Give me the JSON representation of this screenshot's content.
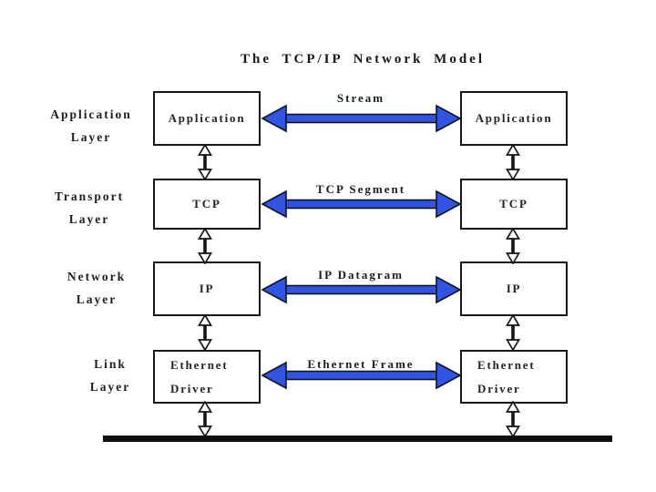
{
  "title": "The TCP/IP Network Model",
  "colors": {
    "arrow_blue": "#3254e3",
    "diagram_black": "#111111",
    "background": "#ffffff"
  },
  "layers": [
    {
      "layer_label": [
        "Application",
        "Layer"
      ],
      "left_box": [
        "Application"
      ],
      "right_box": [
        "Application"
      ],
      "arrow_label": "Stream"
    },
    {
      "layer_label": [
        "Transport",
        "Layer"
      ],
      "left_box": [
        "TCP"
      ],
      "right_box": [
        "TCP"
      ],
      "arrow_label": "TCP Segment"
    },
    {
      "layer_label": [
        "Network",
        "Layer"
      ],
      "left_box": [
        "IP"
      ],
      "right_box": [
        "IP"
      ],
      "arrow_label": "IP Datagram"
    },
    {
      "layer_label": [
        "Link",
        "Layer"
      ],
      "left_box": [
        "Ethernet",
        "Driver"
      ],
      "right_box": [
        "Ethernet",
        "Driver"
      ],
      "arrow_label": "Ethernet Frame"
    }
  ]
}
